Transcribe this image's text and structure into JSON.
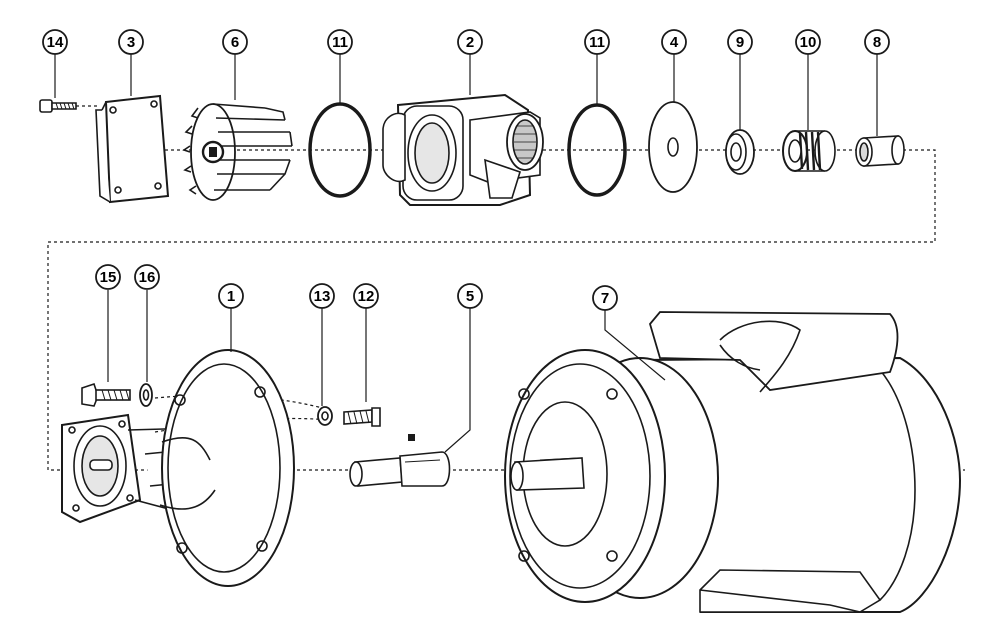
{
  "diagram": {
    "line_color": "#1a1a1a",
    "fill_color": "#ffffff",
    "shade_color": "#d9d9d9",
    "callouts": [
      {
        "id": "c14",
        "label": "14"
      },
      {
        "id": "c3",
        "label": "3"
      },
      {
        "id": "c6",
        "label": "6"
      },
      {
        "id": "c11a",
        "label": "11"
      },
      {
        "id": "c2",
        "label": "2"
      },
      {
        "id": "c11b",
        "label": "11"
      },
      {
        "id": "c4",
        "label": "4"
      },
      {
        "id": "c9",
        "label": "9"
      },
      {
        "id": "c10",
        "label": "10"
      },
      {
        "id": "c8",
        "label": "8"
      },
      {
        "id": "c15",
        "label": "15"
      },
      {
        "id": "c16",
        "label": "16"
      },
      {
        "id": "c1",
        "label": "1"
      },
      {
        "id": "c13",
        "label": "13"
      },
      {
        "id": "c12",
        "label": "12"
      },
      {
        "id": "c5",
        "label": "5"
      },
      {
        "id": "c7",
        "label": "7"
      }
    ]
  }
}
